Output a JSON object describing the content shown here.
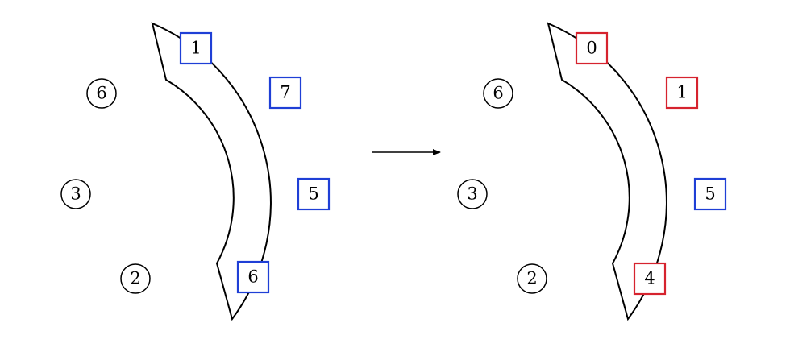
{
  "colors": {
    "stroke": "#000000",
    "blue_box": "#1f3fd6",
    "red_box": "#d6232e"
  },
  "left_panel": {
    "circled_labels": [
      "6",
      "3",
      "2"
    ],
    "boxes": [
      {
        "label": "1",
        "color": "blue"
      },
      {
        "label": "7",
        "color": "blue"
      },
      {
        "label": "5",
        "color": "blue"
      },
      {
        "label": "6",
        "color": "blue"
      }
    ]
  },
  "right_panel": {
    "circled_labels": [
      "6",
      "3",
      "2"
    ],
    "boxes": [
      {
        "label": "0",
        "color": "red"
      },
      {
        "label": "1",
        "color": "red"
      },
      {
        "label": "5",
        "color": "blue"
      },
      {
        "label": "4",
        "color": "red"
      }
    ]
  }
}
